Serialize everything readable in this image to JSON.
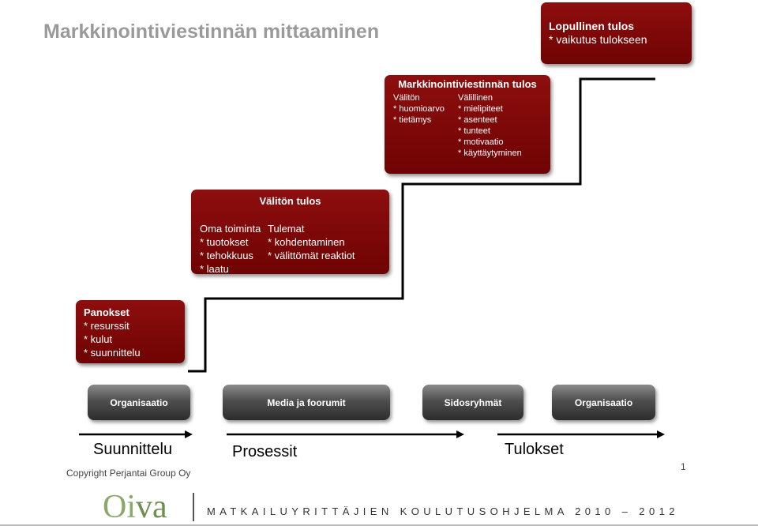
{
  "title": "Markkinointiviestinnän mittaaminen",
  "final_result": {
    "heading": "Lopullinen tulos",
    "lines": [
      "* vaikutus tulokseen"
    ]
  },
  "marketing_result": {
    "heading": "Markkinointiviestinnän tulos",
    "left": {
      "heading": "Välitön",
      "lines": [
        "* huomioarvo",
        "* tietämys"
      ]
    },
    "right": {
      "heading": "Välillinen",
      "lines": [
        "* mielipiteet",
        "* asenteet",
        "* tunteet",
        "* motivaatio",
        "* käyttäytyminen"
      ]
    }
  },
  "immediate_result": {
    "heading": "Välitön tulos",
    "left": {
      "heading": "Oma toiminta",
      "lines": [
        "* tuotokset",
        "* tehokkuus",
        "* laatu"
      ]
    },
    "right": {
      "heading": "Tulemat",
      "lines": [
        "* kohdentaminen",
        "* välittömät reaktiot"
      ]
    }
  },
  "inputs": {
    "heading": "Panokset",
    "lines": [
      "* resurssit",
      "* kulut",
      "* suunnittelu"
    ]
  },
  "stakeholders": [
    "Organisaatio",
    "Media ja foorumit",
    "Sidosryhmät",
    "Organisaatio"
  ],
  "phases": [
    "Suunnittelu",
    "Prosessit",
    "Tulokset"
  ],
  "copyright": "Copyright Perjantai Group Oy",
  "page_number": "1",
  "footer": {
    "logo_left": "Oi",
    "logo_right": "va",
    "text": "MATKAILUYRITTÄJIEN KOULUTUSOHJELMA 2010 – 2012"
  },
  "colors": {
    "box_red": "#7a0606",
    "button_dark": "#3a3a3a",
    "title_gray": "#9a9a9a",
    "logo_green": "#8aa86a"
  }
}
